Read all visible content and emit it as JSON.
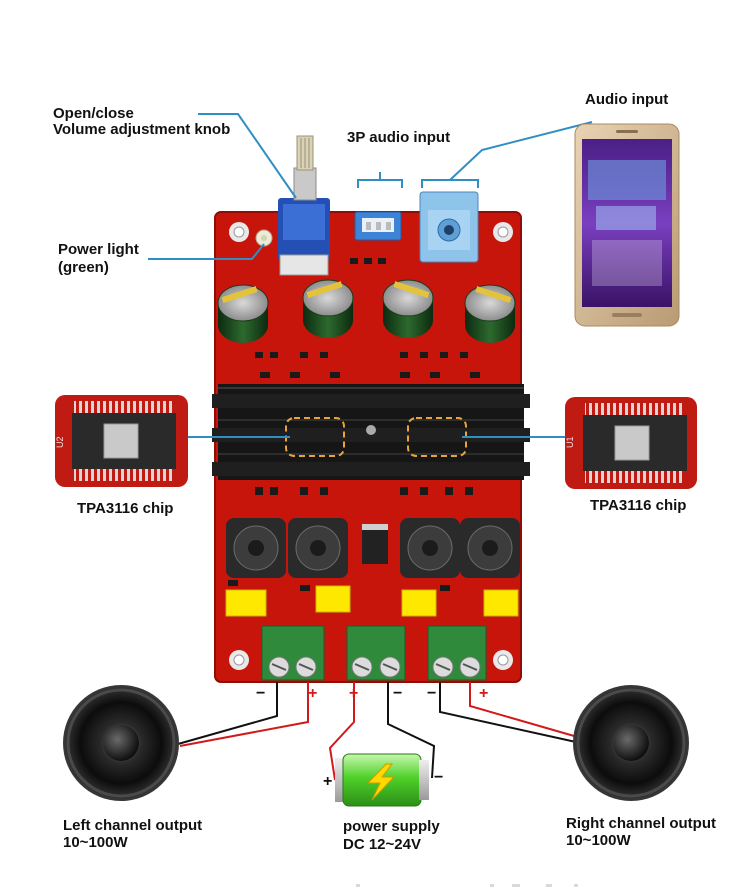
{
  "labels": {
    "knob_line1": "Open/close",
    "knob_line2": "Volume adjustment knob",
    "audio_3p": "3P audio input",
    "audio_input": "Audio input",
    "power_light_line1": "Power light",
    "power_light_line2": "(green)",
    "chip_left": "TPA3116 chip",
    "chip_right": "TPA3116 chip",
    "left_output_line1": "Left channel output",
    "left_output_line2": "10~100W",
    "power_supply_line1": "power supply",
    "power_supply_line2": "DC 12~24V",
    "right_output_line1": "Right channel output",
    "right_output_line2": "10~100W"
  },
  "terminal_signs": {
    "left_minus": "−",
    "left_plus": "+",
    "center_plus": "+",
    "center_minus": "−",
    "right_minus": "−",
    "right_plus": "+",
    "battery_plus": "+",
    "battery_minus": "−"
  },
  "colors": {
    "pcb": "#c8150c",
    "heatsink": "#151515",
    "callout": "#2f8fc4",
    "highlight": "#e8a43a",
    "terminal": "#2f8a3c",
    "capacitor": "#ffe800",
    "wire_red": "#d21a1a",
    "battery": "#4fd12a"
  },
  "icons": {
    "knob": "potentiometer-icon",
    "audio_jack": "audio-jack-icon",
    "phone": "smartphone-icon",
    "speaker": "speaker-icon",
    "battery": "battery-icon",
    "chip": "ic-chip-icon"
  }
}
